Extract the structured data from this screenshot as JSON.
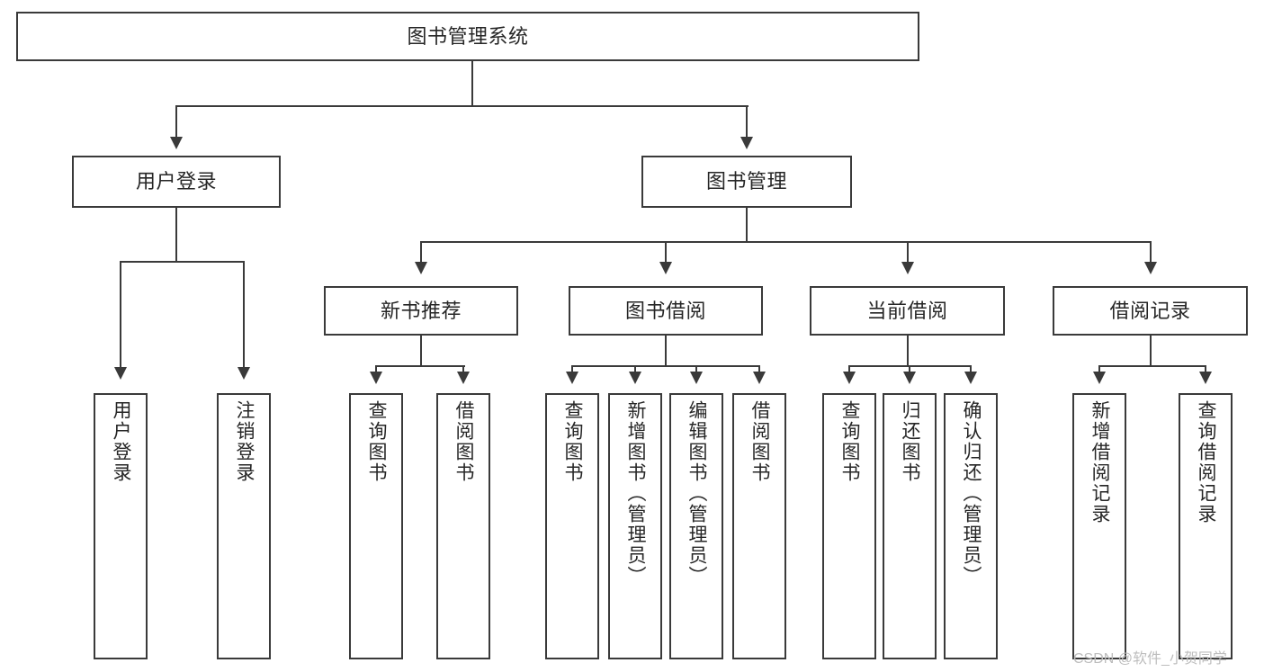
{
  "diagram": {
    "title": "图书管理系统",
    "type": "tree-hierarchy-diagram",
    "colors": {
      "stroke": "#3a3a3a",
      "fill": "#ffffff",
      "text": "#262626",
      "watermark": "#bdbdbd"
    },
    "root": {
      "label": "图书管理系统"
    },
    "level1": [
      {
        "label": "用户登录"
      },
      {
        "label": "图书管理"
      }
    ],
    "level2": [
      {
        "label": "新书推荐"
      },
      {
        "label": "图书借阅"
      },
      {
        "label": "当前借阅"
      },
      {
        "label": "借阅记录"
      }
    ],
    "leaves": {
      "user_login": [
        {
          "label": "用户登录"
        },
        {
          "label": "注销登录"
        }
      ],
      "new_book_recommend": [
        {
          "label": "查询图书"
        },
        {
          "label": "借阅图书"
        }
      ],
      "book_borrow": [
        {
          "label": "查询图书"
        },
        {
          "label": "新增图书（管理员）"
        },
        {
          "label": "编辑图书（管理员）"
        },
        {
          "label": "借阅图书"
        }
      ],
      "current_borrow": [
        {
          "label": "查询图书"
        },
        {
          "label": "归还图书"
        },
        {
          "label": "确认归还（管理员）"
        }
      ],
      "borrow_record": [
        {
          "label": "新增借阅记录"
        },
        {
          "label": "查询借阅记录"
        }
      ]
    },
    "watermark": "CSDN @软件_小贺同学"
  }
}
